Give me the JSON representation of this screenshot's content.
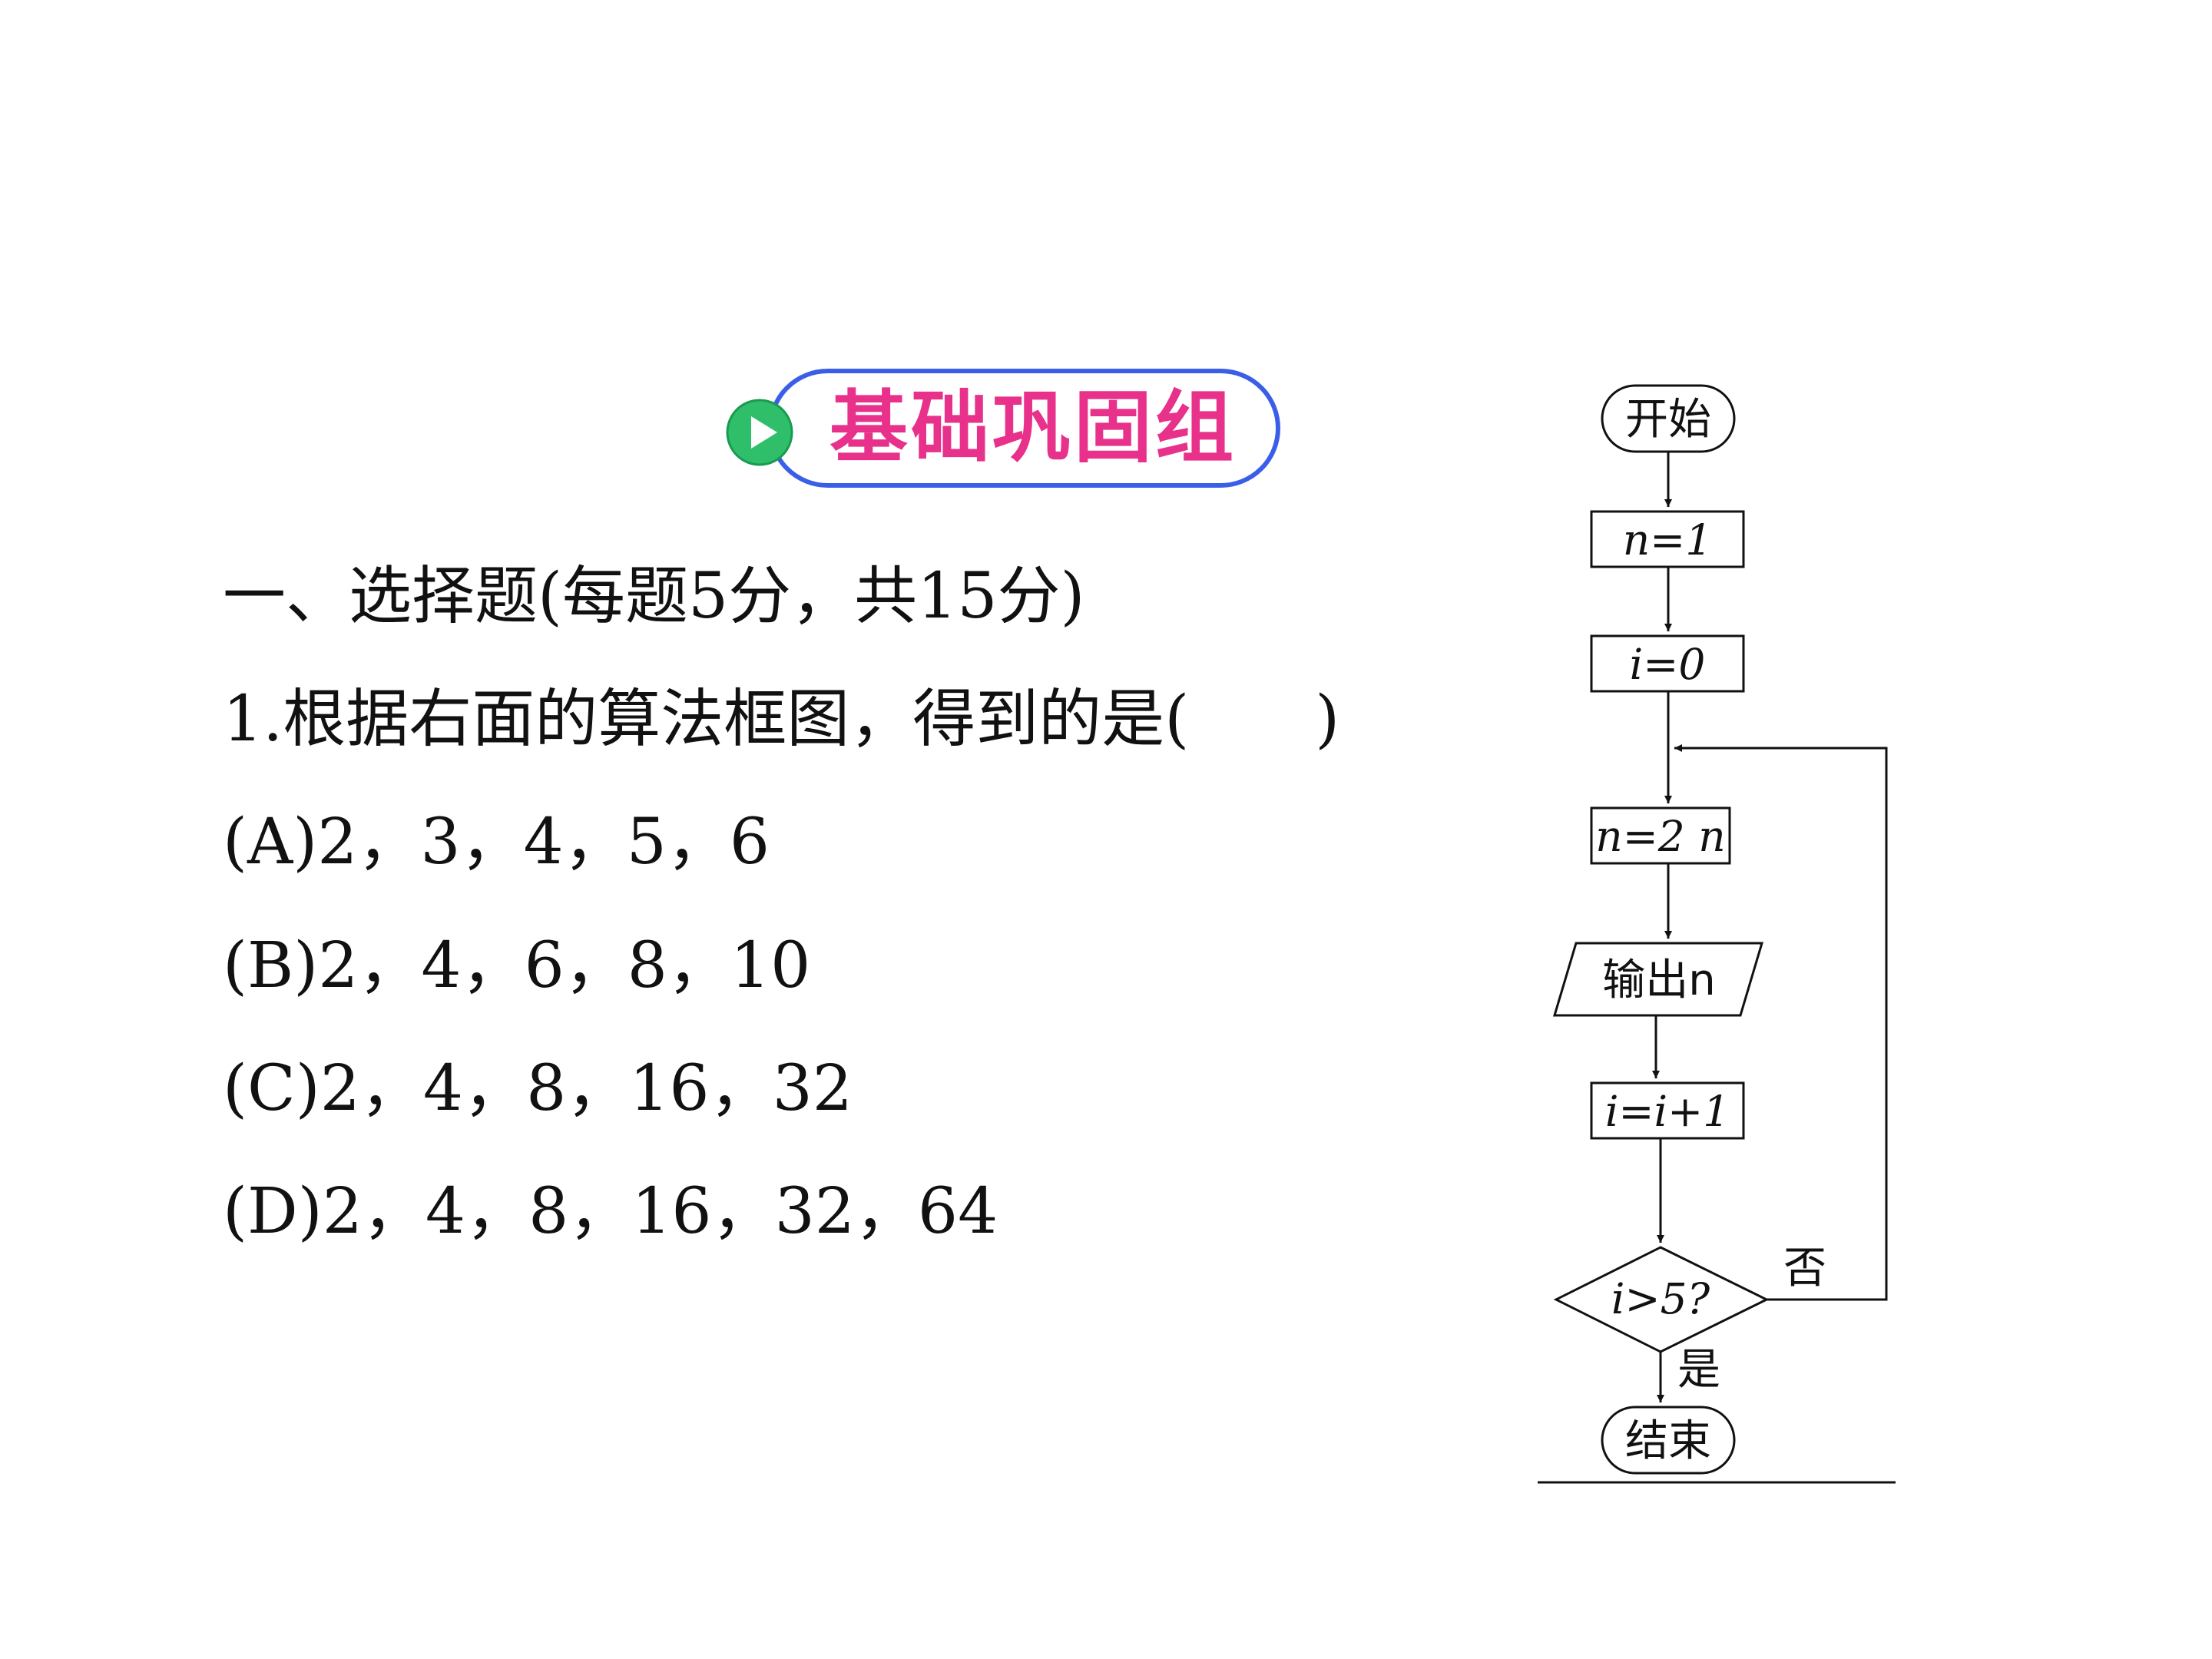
{
  "banner": {
    "title": "基础巩固组"
  },
  "section": {
    "heading": "一、选择题(每题5分，共15分)"
  },
  "question": {
    "stem": "1.根据右面的算法框图，得到的是(　　)",
    "options": [
      "(A)2，3，4，5，6",
      "(B)2，4，6，8，10",
      "(C)2，4，8，16，32",
      "(D)2，4，8，16，32，64"
    ]
  },
  "flowchart": {
    "start": "开始",
    "n_init": "n=1",
    "i_init": "i=0",
    "n_double": "n=2 n",
    "output": "输出n",
    "i_increment": "i=i+1",
    "condition": "i>5?",
    "no_label": "否",
    "yes_label": "是",
    "end": "结束"
  },
  "colors": {
    "banner_border": "#3a5ee8",
    "banner_text": "#e8318a",
    "play_icon": "#2fbf6a"
  }
}
